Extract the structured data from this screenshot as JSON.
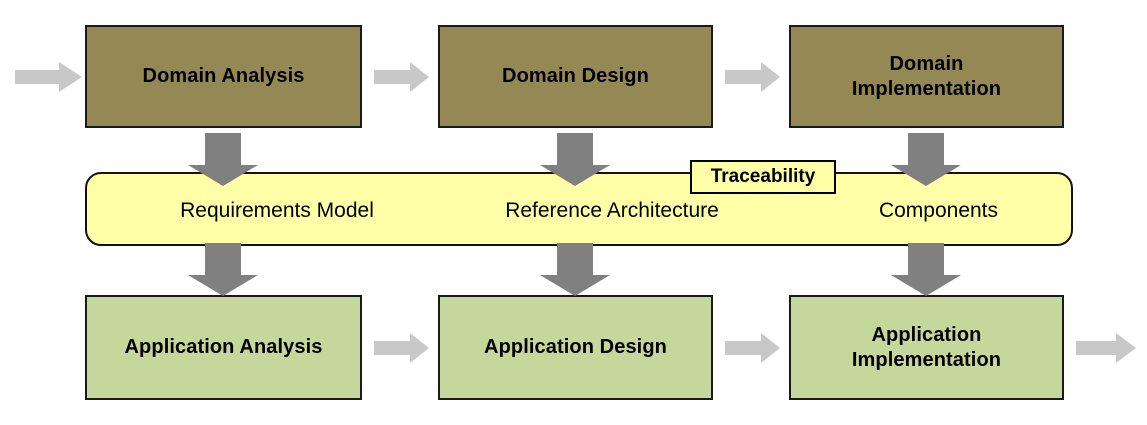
{
  "diagram": {
    "title": "Domain Engineering and Application Engineering process with Traceability",
    "colors": {
      "domain_box_fill": "#948855",
      "application_box_fill": "#c5d79a",
      "artifact_band_fill": "#ffffa8",
      "box_border": "#1a1a1a",
      "h_arrow_fill": "#c8c8c8",
      "v_arrow_fill": "#808080",
      "background": "#ffffff"
    },
    "domain_row": {
      "boxes": [
        {
          "label": "Domain Analysis"
        },
        {
          "label": "Domain Design"
        },
        {
          "label_line1": "Domain",
          "label_line2": "Implementation"
        }
      ]
    },
    "artifact_band": {
      "labels": [
        {
          "label": "Requirements Model"
        },
        {
          "label": "Reference Architecture"
        },
        {
          "label": "Components"
        }
      ],
      "callout": {
        "label": "Traceability"
      }
    },
    "application_row": {
      "boxes": [
        {
          "label": "Application Analysis"
        },
        {
          "label": "Application Design"
        },
        {
          "label_line1": "Application",
          "label_line2": "Implementation"
        }
      ]
    },
    "arrows": {
      "horizontal": [
        {
          "name": "entry-arrow-domain"
        },
        {
          "name": "domain-analysis-to-domain-design"
        },
        {
          "name": "domain-design-to-domain-implementation"
        },
        {
          "name": "application-analysis-to-application-design"
        },
        {
          "name": "application-design-to-application-implementation"
        },
        {
          "name": "exit-arrow-application"
        }
      ],
      "vertical": [
        {
          "name": "domain-analysis-to-requirements-model"
        },
        {
          "name": "domain-design-to-reference-architecture"
        },
        {
          "name": "domain-implementation-to-components"
        },
        {
          "name": "requirements-model-to-application-analysis"
        },
        {
          "name": "reference-architecture-to-application-design"
        },
        {
          "name": "components-to-application-implementation"
        }
      ]
    }
  }
}
